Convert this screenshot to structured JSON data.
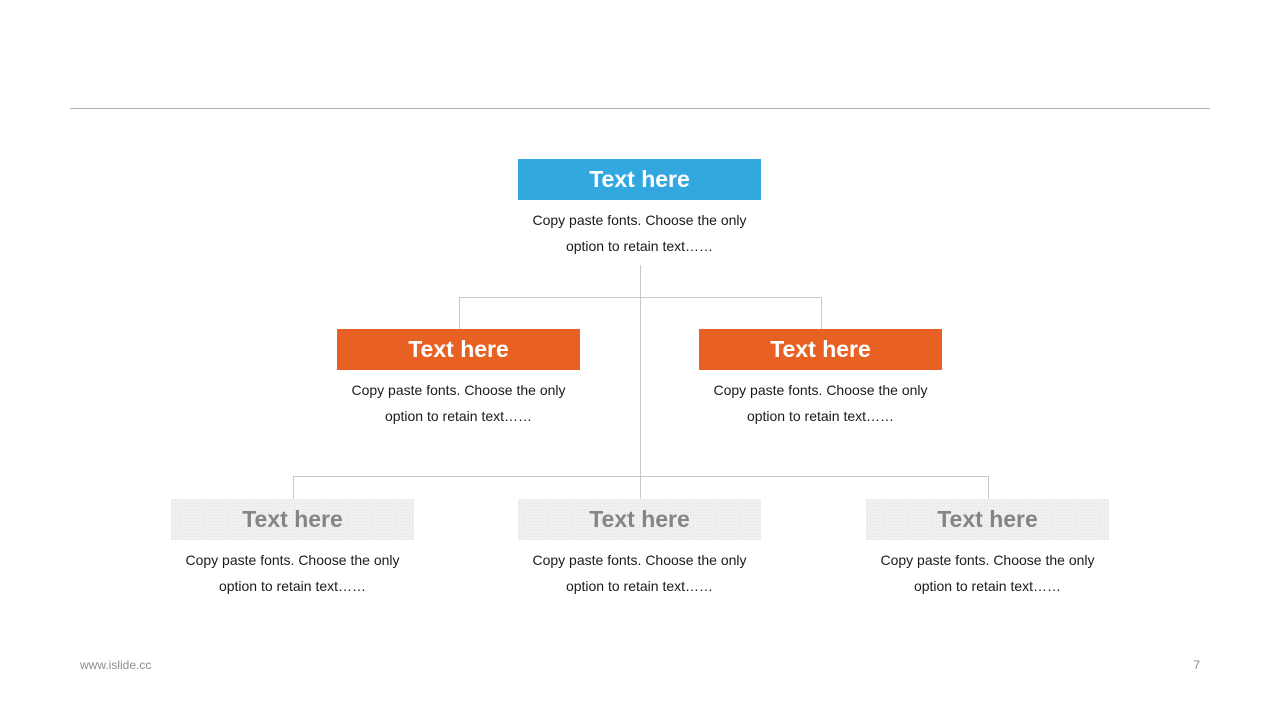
{
  "hierarchy": {
    "root": {
      "title": "Text here",
      "description_line1": "Copy paste fonts. Choose the only",
      "description_line2": "option to retain text……"
    },
    "level2": [
      {
        "title": "Text here",
        "description_line1": "Copy paste fonts. Choose the only",
        "description_line2": "option to retain text……"
      },
      {
        "title": "Text here",
        "description_line1": "Copy paste fonts. Choose the only",
        "description_line2": "option to retain text……"
      }
    ],
    "level3": [
      {
        "title": "Text here",
        "description_line1": "Copy paste fonts. Choose the only",
        "description_line2": "option to retain text……"
      },
      {
        "title": "Text here",
        "description_line1": "Copy paste fonts. Choose the only",
        "description_line2": "option to retain text……"
      },
      {
        "title": "Text here",
        "description_line1": "Copy paste fonts. Choose the only",
        "description_line2": "option to retain text……"
      }
    ]
  },
  "footer": {
    "url": "www.islide.cc",
    "page_number": "7"
  },
  "colors": {
    "root_fill": "#33a7e0",
    "level2_fill": "#e86022",
    "level3_fill": "#f0f0f0",
    "level3_text": "#858585",
    "connector": "#c8c8c8"
  }
}
